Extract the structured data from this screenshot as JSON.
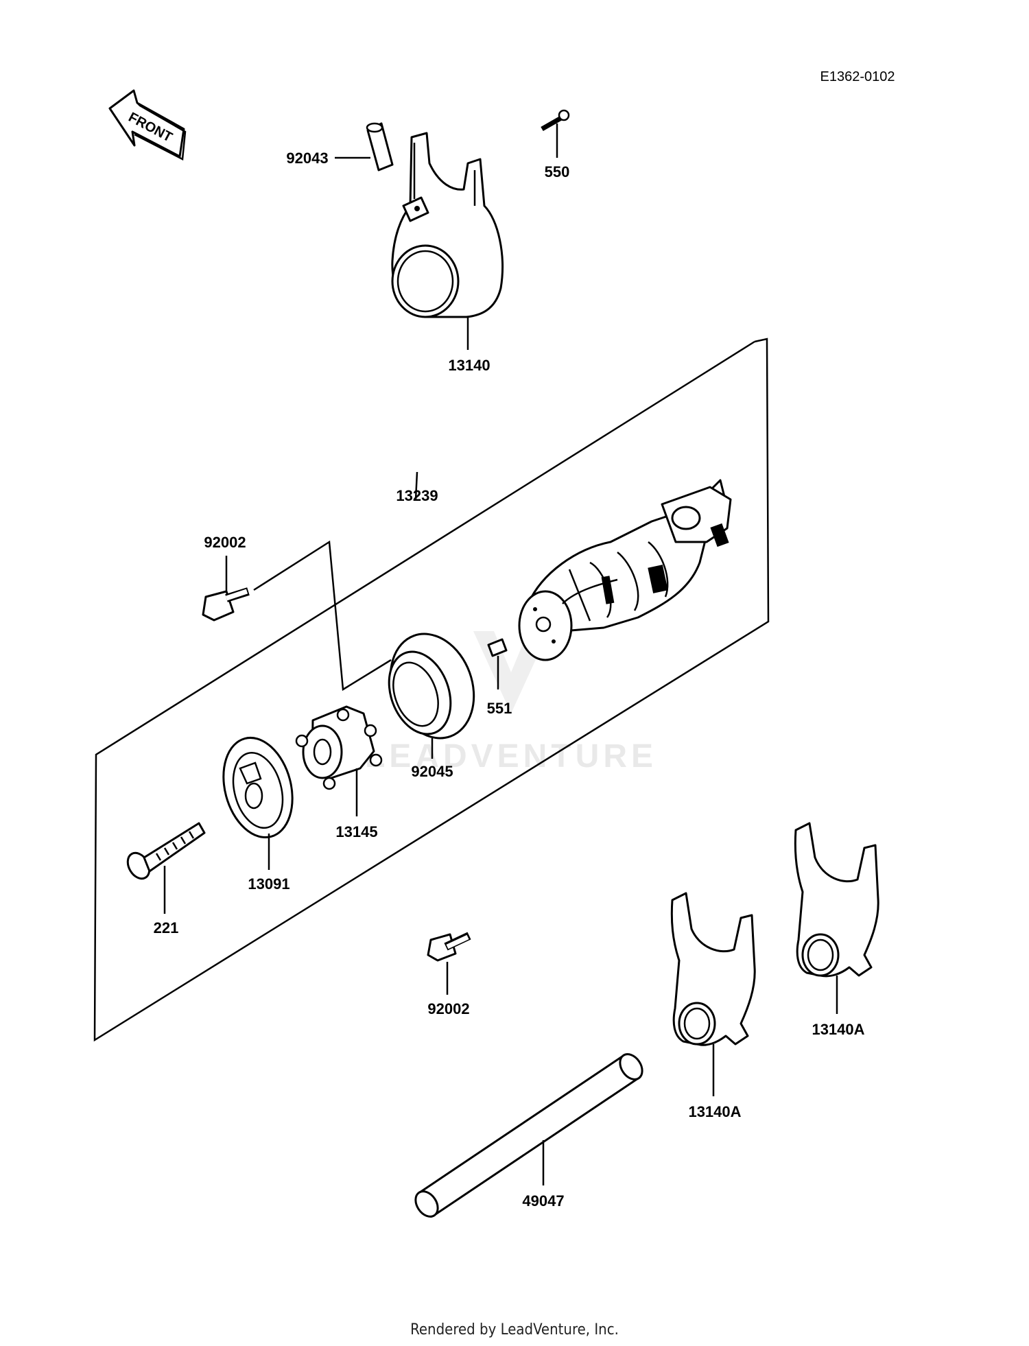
{
  "diagram": {
    "code": "E1362-0102",
    "front_label": "FRONT",
    "watermark": "LEADVENTURE",
    "footer": "Rendered by LeadVenture, Inc.",
    "callouts": {
      "p92043": "92043",
      "p550": "550",
      "p13140": "13140",
      "p13239": "13239",
      "p92002a": "92002",
      "p551": "551",
      "p92045": "92045",
      "p13145": "13145",
      "p13091": "13091",
      "p221": "221",
      "p92002b": "92002",
      "p13140a_right": "13140A",
      "p13140a_left": "13140A",
      "p49047": "49047"
    },
    "icons": [
      "front-arrow-icon",
      "leadventure-logo-icon"
    ]
  }
}
